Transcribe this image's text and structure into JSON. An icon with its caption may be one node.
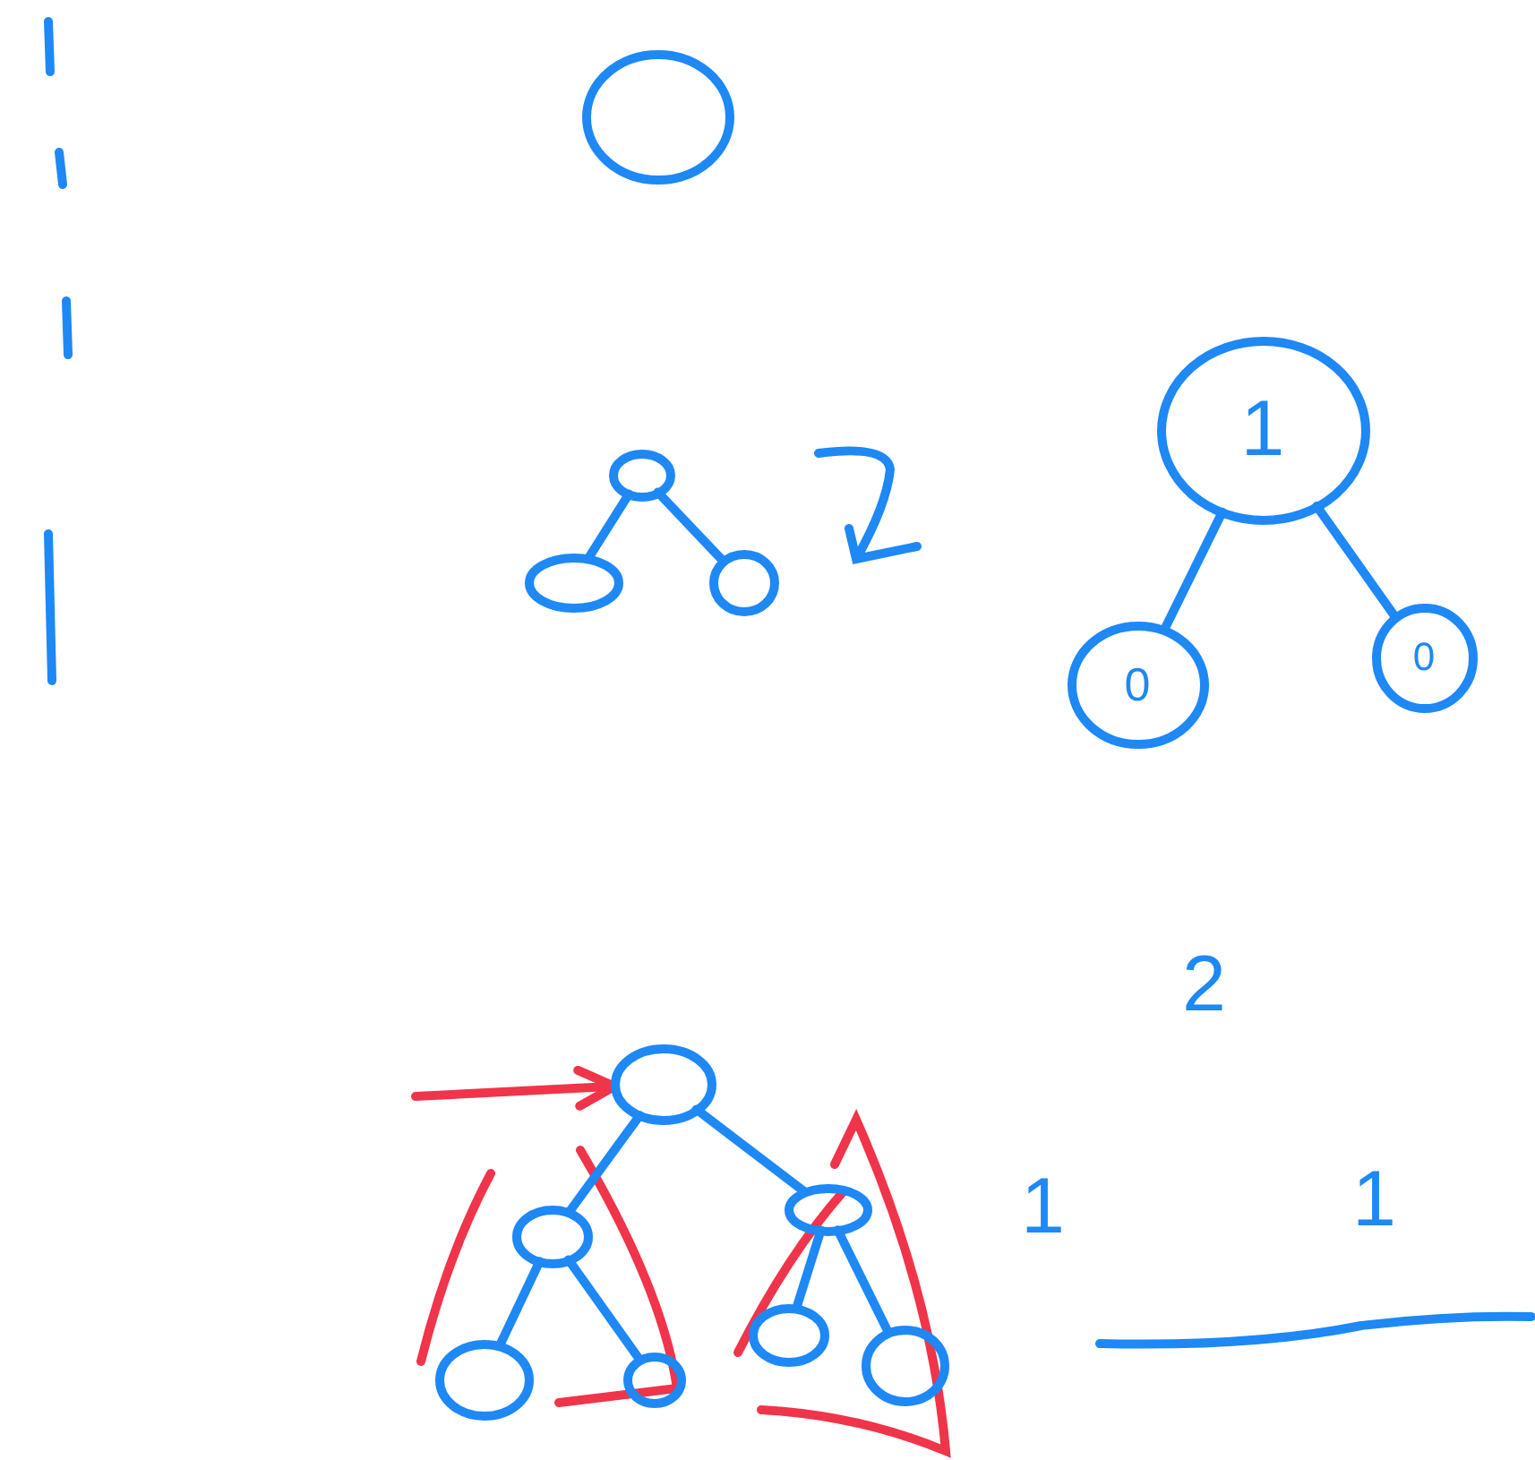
{
  "diagram": {
    "nodes": [
      {
        "text": [],
        "shape": "circle"
      },
      {
        "text": [],
        "shape": "circle"
      },
      {
        "text": [],
        "shape": "circle"
      },
      {
        "text": [],
        "shape": "circle"
      },
      {
        "text": [
          "1"
        ]
      },
      {
        "text": [
          "0"
        ]
      },
      {
        "text": [
          "0"
        ]
      },
      {
        "text": [],
        "shape": "circle"
      },
      {
        "text": [],
        "shape": "circle"
      },
      {
        "text": [],
        "shape": "circle"
      },
      {
        "text": [],
        "shape": "circle"
      },
      {
        "text": [],
        "shape": "circle"
      },
      {
        "text": [],
        "shape": "circle"
      },
      {
        "text": [],
        "shape": "circle"
      }
    ],
    "edges": [
      {
        "from": 1,
        "to": 2,
        "arrow": "none"
      },
      {
        "from": 1,
        "to": 3,
        "arrow": "none"
      },
      {
        "from": 4,
        "to": 5,
        "arrow": "none"
      },
      {
        "from": 4,
        "to": 6,
        "arrow": "none"
      },
      {
        "from": 7,
        "to": 8,
        "arrow": "none"
      },
      {
        "from": 7,
        "to": 9,
        "arrow": "none"
      },
      {
        "from": 8,
        "to": 10,
        "arrow": "none"
      },
      {
        "from": 8,
        "to": 11,
        "arrow": "none"
      },
      {
        "from": 9,
        "to": 12,
        "arrow": "none"
      },
      {
        "from": 9,
        "to": 13,
        "arrow": "none"
      },
      {
        "from": null,
        "to": 7,
        "arrow": "to",
        "color": "#f0344a"
      }
    ],
    "labels": [
      "2",
      "1",
      "1"
    ]
  }
}
